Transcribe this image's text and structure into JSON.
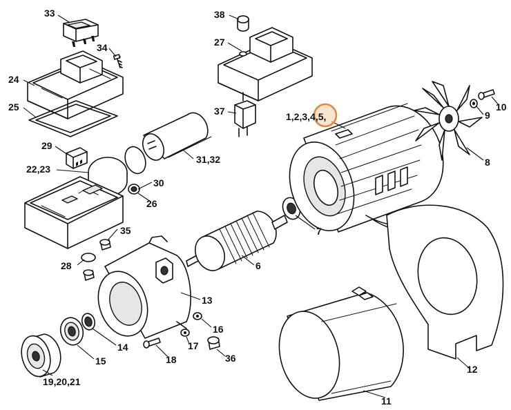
{
  "labels": {
    "p1_5": "1,2,3,4,5,",
    "p6": "6",
    "p7": "7",
    "p8": "8",
    "p9": "9",
    "p10": "10",
    "p11": "11",
    "p12": "12",
    "p13": "13",
    "p14": "14",
    "p15": "15",
    "p16": "16",
    "p17": "17",
    "p18": "18",
    "p19_21": "19,20,21",
    "p22_23": "22,23",
    "p24": "24",
    "p25": "25",
    "p26": "26",
    "p27": "27",
    "p28": "28",
    "p29": "29",
    "p30": "30",
    "p31_32": "31,32",
    "p33": "33",
    "p34": "34",
    "p35": "35",
    "p36": "36",
    "p37": "37",
    "p38": "38"
  },
  "highlight_color": "#e2883a"
}
